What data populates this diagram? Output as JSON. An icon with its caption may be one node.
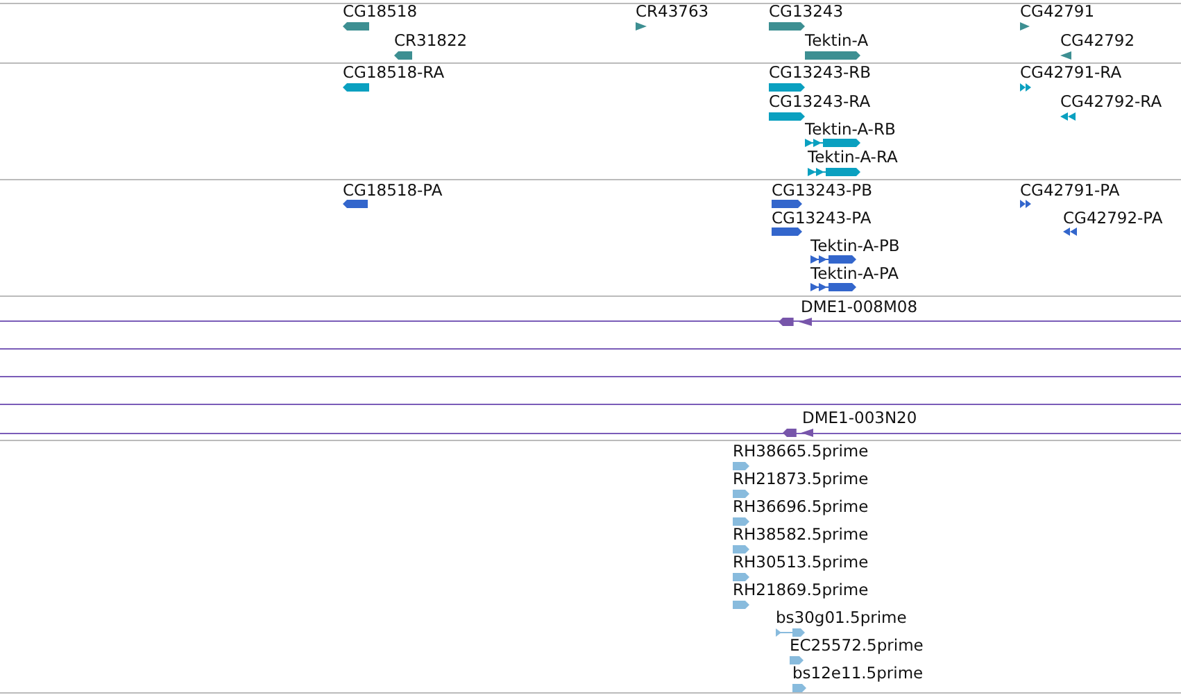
{
  "diagram": {
    "nodes": [
      {
        "text": [],
        "shape": "bar",
        "beside": [
          "CG18518"
        ]
      },
      {
        "text": [],
        "shape": "bar",
        "beside": [
          "CR31822"
        ]
      },
      {
        "text": [],
        "shape": "bar",
        "beside": [
          "CR43763"
        ]
      },
      {
        "text": [],
        "shape": "bar",
        "beside": [
          "CG13243"
        ]
      },
      {
        "text": [],
        "shape": "bar",
        "beside": [
          "Tektin-A"
        ]
      },
      {
        "text": [],
        "shape": "bar",
        "beside": [
          "CG42791"
        ]
      },
      {
        "text": [],
        "shape": "bar",
        "beside": [
          "CG42792"
        ]
      },
      {
        "text": [],
        "shape": "bar",
        "beside": [
          "CG18518-RA"
        ]
      },
      {
        "text": [],
        "shape": "bar",
        "beside": [
          "CG13243-RB"
        ]
      },
      {
        "text": [],
        "shape": "bar",
        "beside": [
          "CG13243-RA"
        ]
      },
      {
        "text": [],
        "shape": "bar",
        "beside": [
          "Tektin-A-RB"
        ]
      },
      {
        "text": [],
        "shape": "bar",
        "beside": [
          "Tektin-A-RA"
        ]
      },
      {
        "text": [],
        "shape": "bar",
        "beside": [
          "CG42791-RA"
        ]
      },
      {
        "text": [],
        "shape": "bar",
        "beside": [
          "CG42792-RA"
        ]
      },
      {
        "text": [],
        "shape": "bar",
        "beside": [
          "CG18518-PA"
        ]
      },
      {
        "text": [],
        "shape": "bar",
        "beside": [
          "CG13243-PB"
        ]
      },
      {
        "text": [],
        "shape": "bar",
        "beside": [
          "CG13243-PA"
        ]
      },
      {
        "text": [],
        "shape": "bar",
        "beside": [
          "Tektin-A-PB"
        ]
      },
      {
        "text": [],
        "shape": "bar",
        "beside": [
          "Tektin-A-PA"
        ]
      },
      {
        "text": [],
        "shape": "bar",
        "beside": [
          "CG42791-PA"
        ]
      },
      {
        "text": [],
        "shape": "bar",
        "beside": [
          "CG42792-PA"
        ]
      },
      {
        "text": [],
        "shape": "bar",
        "beside": [
          "DME1-008M08"
        ]
      },
      {
        "text": [],
        "shape": "bar",
        "beside": [
          "DME1-003N20"
        ]
      },
      {
        "text": [],
        "shape": "bar",
        "beside": [
          "RH38665.5prime"
        ]
      },
      {
        "text": [],
        "shape": "bar",
        "beside": [
          "RH21873.5prime"
        ]
      },
      {
        "text": [],
        "shape": "bar",
        "beside": [
          "RH36696.5prime"
        ]
      },
      {
        "text": [],
        "shape": "bar",
        "beside": [
          "RH38582.5prime"
        ]
      },
      {
        "text": [],
        "shape": "bar",
        "beside": [
          "RH30513.5prime"
        ]
      },
      {
        "text": [],
        "shape": "bar",
        "beside": [
          "RH21869.5prime"
        ]
      },
      {
        "text": [],
        "shape": "bar",
        "beside": [
          "bs30g01.5prime"
        ]
      },
      {
        "text": [],
        "shape": "bar",
        "beside": [
          "EC25572.5prime"
        ]
      },
      {
        "text": [],
        "shape": "bar",
        "beside": [
          "bs12e11.5prime"
        ]
      }
    ]
  }
}
